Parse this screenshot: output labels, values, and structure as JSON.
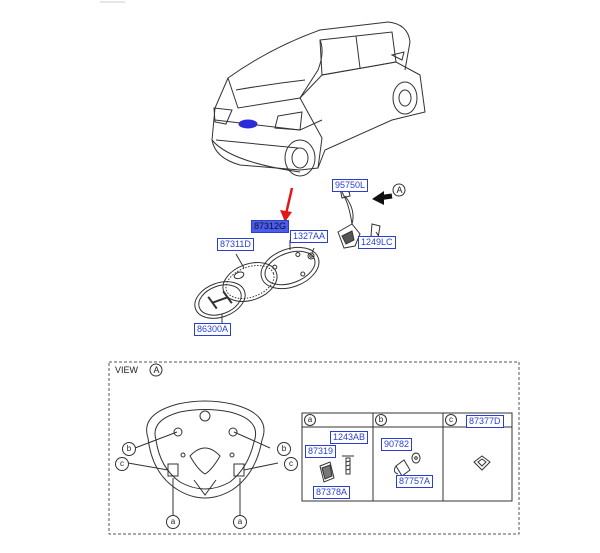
{
  "upper": {
    "view_marker": "A",
    "parts": {
      "p95750L": "95750L",
      "p87312G": "87312G",
      "p1327AA": "1327AA",
      "p87311D": "87311D",
      "p1249LC": "1249LC",
      "p86300A": "86300A"
    }
  },
  "view": {
    "title": "VIEW",
    "marker": "A",
    "callouts": {
      "a": "a",
      "b": "b",
      "c": "c"
    }
  },
  "table": {
    "cells": [
      {
        "letter": "a",
        "parts": [
          "1243AB",
          "87319",
          "87378A"
        ]
      },
      {
        "letter": "b",
        "parts": [
          "90782",
          "87757A"
        ]
      },
      {
        "letter": "c",
        "parts": [
          "87377D"
        ]
      }
    ]
  },
  "colors": {
    "label_border": "#2a3fd0",
    "highlight": "#4a5cf0",
    "arrow": "#e01818"
  }
}
